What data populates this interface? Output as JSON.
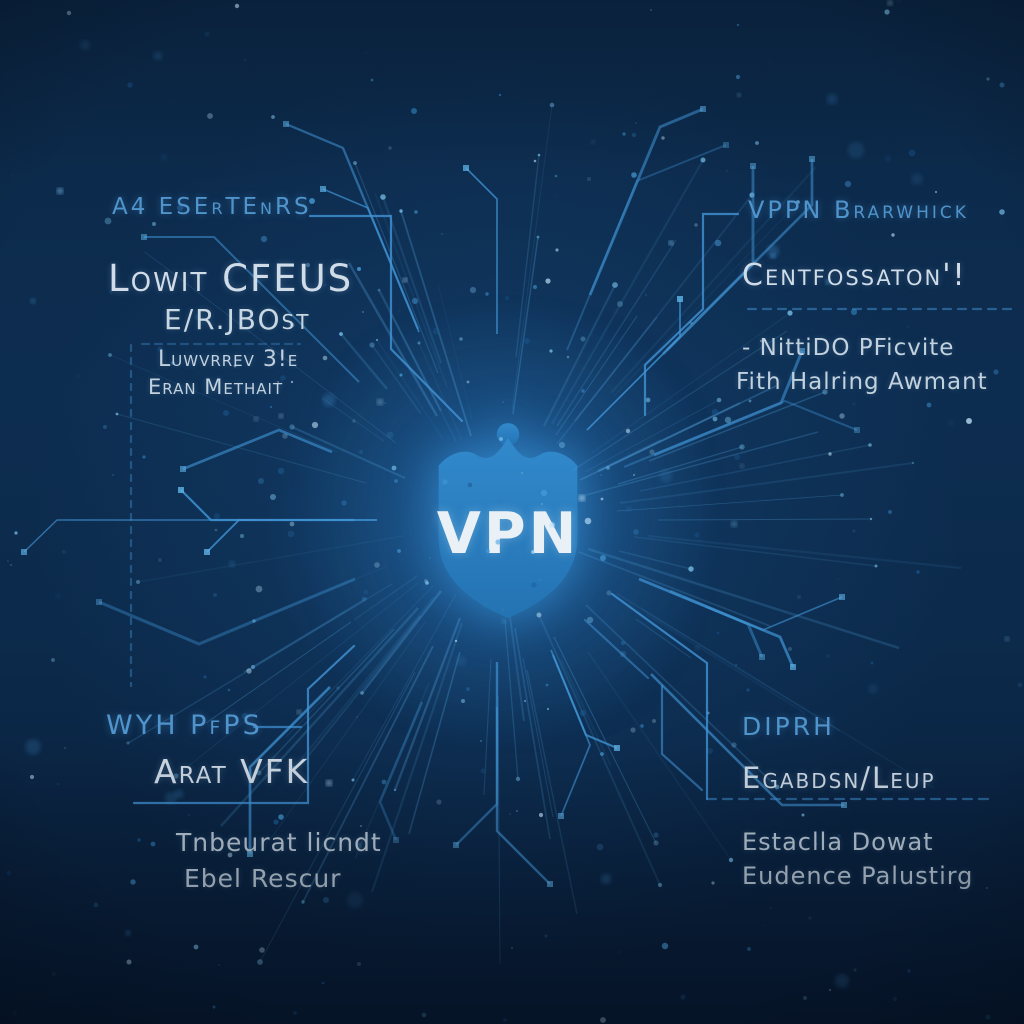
{
  "center": {
    "shield_label": "VPN"
  },
  "quadrants": {
    "top_left": {
      "title": "A4 ESErTEnRS",
      "heading": "Lowit CFEUS",
      "sub": "E/R.JBOst",
      "lines": [
        "Luwvrrev 3!e",
        "Eran Methait"
      ]
    },
    "top_right": {
      "title": "VPPN Brarwhick",
      "heading": "Centfossaton'!",
      "lines": [
        "- NittiDO PFicvite",
        "Fith Halring Awmant"
      ]
    },
    "bottom_left": {
      "title": "WYH PfPS",
      "heading": "Arat VFK",
      "lines": [
        "Tnbeurat licndt",
        "Ebel Rescur"
      ]
    },
    "bottom_right": {
      "title": "DIPRH",
      "heading": "Egabdsn/Leup",
      "lines": [
        "Estaclla Dowat",
        "Eudence Palustirg"
      ]
    }
  },
  "colors": {
    "background": "#0c2949",
    "shield": "#2a80c2",
    "label_blue": "#4f94cc",
    "text_light": "#d0dce7",
    "circuit": "#4293d6"
  }
}
